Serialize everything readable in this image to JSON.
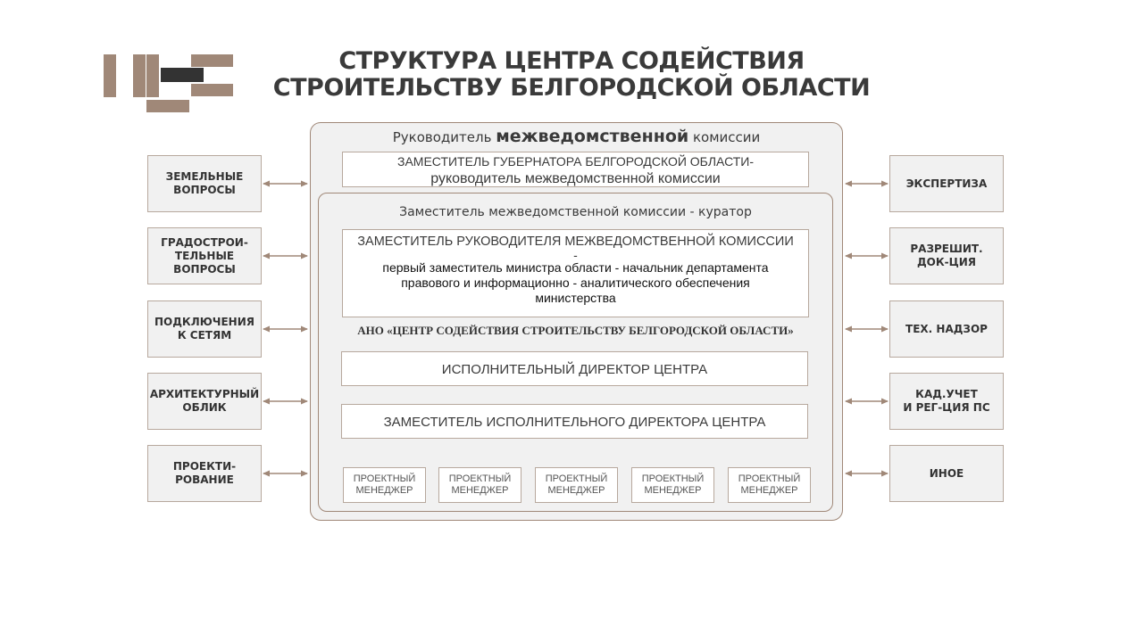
{
  "title": {
    "line1": "СТРУКТУРА ЦЕНТРА СОДЕЙСТВИЯ",
    "line2": "СТРОИТЕЛЬСТВУ БЕЛГОРОДСКОЙ ОБЛАСТИ"
  },
  "head": {
    "prefix": "Руководитель ",
    "emphasis": "межведомственной",
    "suffix": " комиссии",
    "box_line1": "ЗАМЕСТИТЕЛЬ ГУБЕРНАТОРА БЕЛГОРОДСКОЙ ОБЛАСТИ-",
    "box_line2": "руководитель межведомственной комиссии"
  },
  "curator": {
    "label": "Заместитель межведомственной комиссии - куратор",
    "box_line1": "ЗАМЕСТИТЕЛЬ РУКОВОДИТЕЛЯ МЕЖВЕДОМСТВЕННОЙ КОМИССИИ",
    "box_line2": "-",
    "box_line3": "первый заместитель министра области - начальник департамента",
    "box_line4": "правового и информационно - аналитического обеспечения",
    "box_line5": "министерства"
  },
  "ano_label": "АНО «ЦЕНТР СОДЕЙСТВИЯ СТРОИТЕЛЬСТВУ БЕЛГОРОДСКОЙ ОБЛАСТИ»",
  "exec_director": "ИСПОЛНИТЕЛЬНЫЙ ДИРЕКТОР ЦЕНТРА",
  "deputy_exec_director": "ЗАМЕСТИТЕЛЬ ИСПОЛНИТЕЛЬНОГО ДИРЕКТОРА ЦЕНТРА",
  "project_managers": [
    {
      "line1": "ПРОЕКТНЫЙ",
      "line2": "МЕНЕДЖЕР"
    },
    {
      "line1": "ПРОЕКТНЫЙ",
      "line2": "МЕНЕДЖЕР"
    },
    {
      "line1": "ПРОЕКТНЫЙ",
      "line2": "МЕНЕДЖЕР"
    },
    {
      "line1": "ПРОЕКТНЫЙ",
      "line2": "МЕНЕДЖЕР"
    },
    {
      "line1": "ПРОЕКТНЫЙ",
      "line2": "МЕНЕДЖЕР"
    }
  ],
  "left_items": [
    {
      "line1": "ЗЕМЕЛЬНЫЕ",
      "line2": "ВОПРОСЫ",
      "line3": ""
    },
    {
      "line1": "ГРАДОСТРОИ-",
      "line2": "ТЕЛЬНЫЕ",
      "line3": "ВОПРОСЫ"
    },
    {
      "line1": "ПОДКЛЮЧЕНИЯ",
      "line2": "К СЕТЯМ",
      "line3": ""
    },
    {
      "line1": "АРХИТЕКТУРНЫЙ",
      "line2": "ОБЛИК",
      "line3": ""
    },
    {
      "line1": "ПРОЕКТИ-",
      "line2": "РОВАНИЕ",
      "line3": ""
    }
  ],
  "right_items": [
    {
      "line1": "ЭКСПЕРТИЗА",
      "line2": ""
    },
    {
      "line1": "РАЗРЕШИТ.",
      "line2": "ДОК-ЦИЯ"
    },
    {
      "line1": "ТЕХ. НАДЗОР",
      "line2": ""
    },
    {
      "line1": "КАД.УЧЕТ",
      "line2": "И РЕГ-ЦИЯ ПС"
    },
    {
      "line1": "ИНОЕ",
      "line2": ""
    }
  ],
  "colors": {
    "brand_tan": "#a08878",
    "brand_dark": "#333333",
    "panel_bg": "#f1f1f1"
  }
}
